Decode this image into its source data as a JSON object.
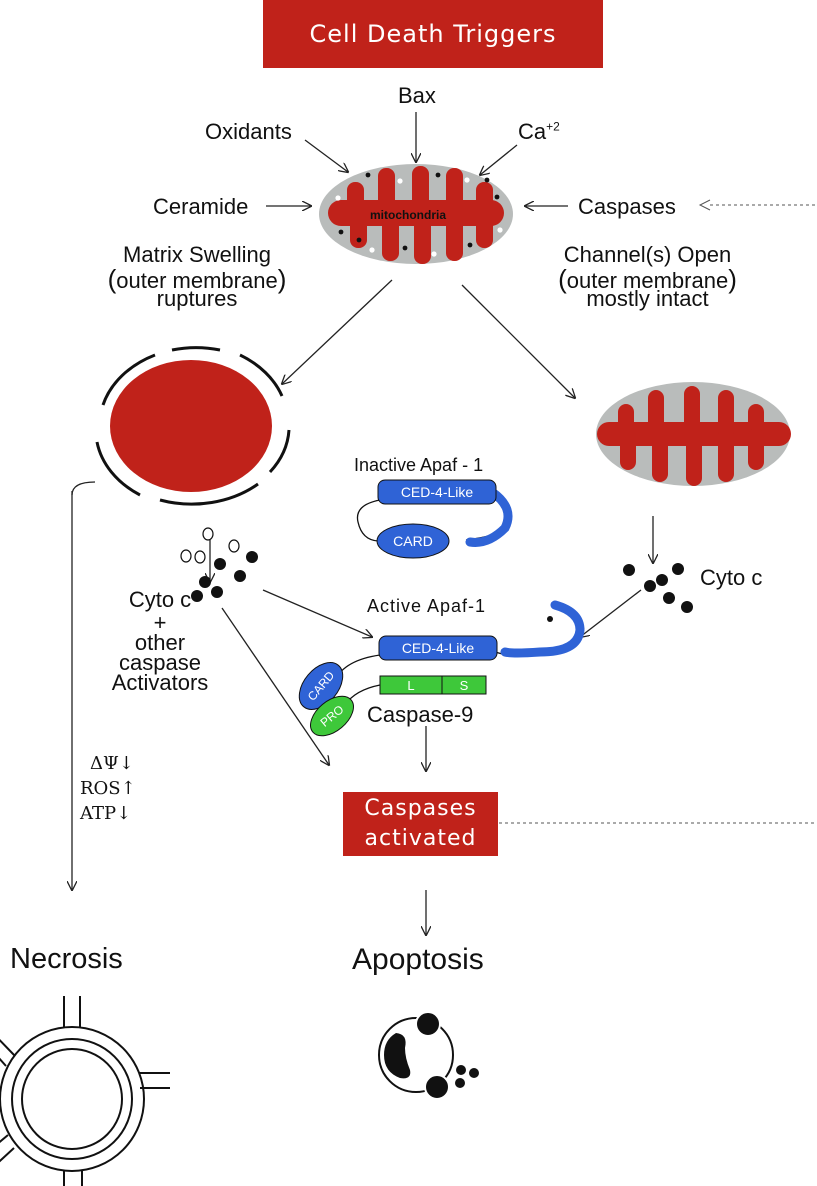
{
  "title": "Cell  Death Triggers",
  "triggers": {
    "bax": "Bax",
    "oxidants": "Oxidants",
    "ca": "Ca",
    "ca_sup": "+2",
    "ceramide": "Ceramide",
    "caspases": "Caspases"
  },
  "mitochondria_label": "mitochondria",
  "left_path": {
    "line1": "Matrix Swelling",
    "line2": "outer membrane",
    "line3": "ruptures"
  },
  "right_path": {
    "line1": "Channel(s) Open",
    "line2": "outer membrane",
    "line3": "mostly intact"
  },
  "inactive_apaf": {
    "title": "Inactive Apaf - 1",
    "ced": "CED-4-Like",
    "card": "CARD"
  },
  "active_apaf": {
    "title": "Active Apaf-1",
    "ced": "CED-4-Like",
    "card": "CARD",
    "pro": "PRO",
    "l": "L",
    "s": "S",
    "caspase9": "Caspase-9"
  },
  "cyto_left": {
    "line1": "Cyto c",
    "line2": "+",
    "line3": "other",
    "line4": "caspase",
    "line5": "Activators"
  },
  "cyto_right": "Cyto c",
  "indicators": [
    "ΔΨ↓",
    "ROS↑",
    "ATP↓"
  ],
  "caspases_activated": {
    "line1": "Caspases",
    "line2": "activated"
  },
  "outcomes": {
    "necrosis": "Necrosis",
    "apoptosis": "Apoptosis"
  },
  "colors": {
    "red": "#c0221a",
    "blue": "#2f63d6",
    "green": "#3ec83a",
    "gray": "#b9bcbb"
  }
}
